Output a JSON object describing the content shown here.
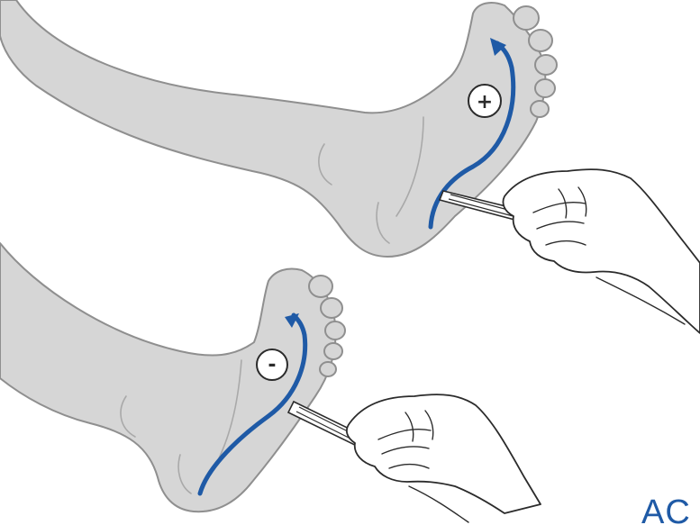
{
  "colors": {
    "arrow": "#1f5aa6",
    "logo": "#1f5aa6",
    "sign_outline": "#2b2b2b",
    "skin": "#d6d6d6"
  },
  "panels": [
    {
      "name": "positive",
      "sign": "+",
      "stroke_direction": "heel-to-toes",
      "tool": "reflex-hammer-handle"
    },
    {
      "name": "negative",
      "sign": "-",
      "stroke_direction": "heel-to-toes",
      "tool": "reflex-hammer-handle"
    }
  ],
  "logo": {
    "text": "AC"
  }
}
